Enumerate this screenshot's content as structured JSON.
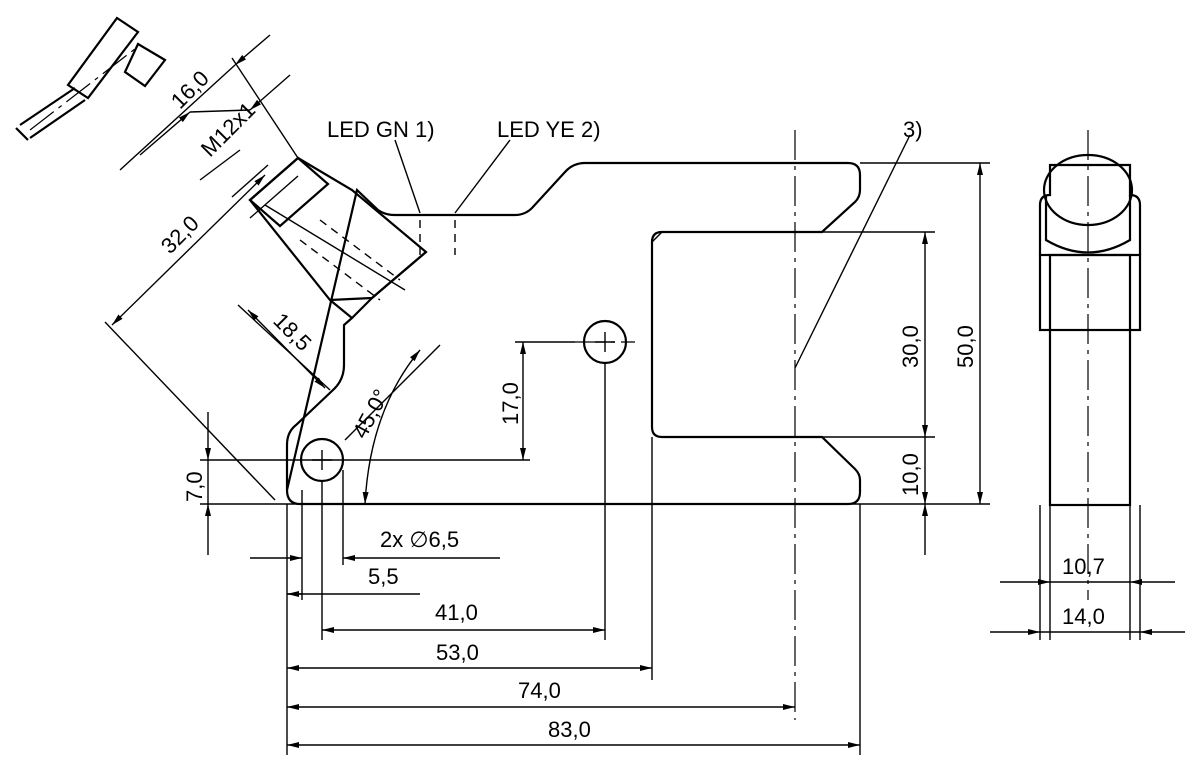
{
  "labels": {
    "led_gn": "LED GN 1)",
    "led_ye": "LED YE 2)",
    "note3": "3)"
  },
  "dimensions": {
    "d16_0": "16,0",
    "m12x1": "M12x1",
    "d32_0": "32,0",
    "d18_5": "18,5",
    "angle45": "45,0°",
    "d7_0": "7,0",
    "d17_0": "17,0",
    "d30_0": "30,0",
    "d50_0": "50,0",
    "d10_0": "10,0",
    "hole": "2x ∅6,5",
    "d5_5": "5,5",
    "d41_0": "41,0",
    "d53_0": "53,0",
    "d74_0": "74,0",
    "d83_0": "83,0",
    "d10_7": "10,7",
    "d14_0": "14,0"
  }
}
